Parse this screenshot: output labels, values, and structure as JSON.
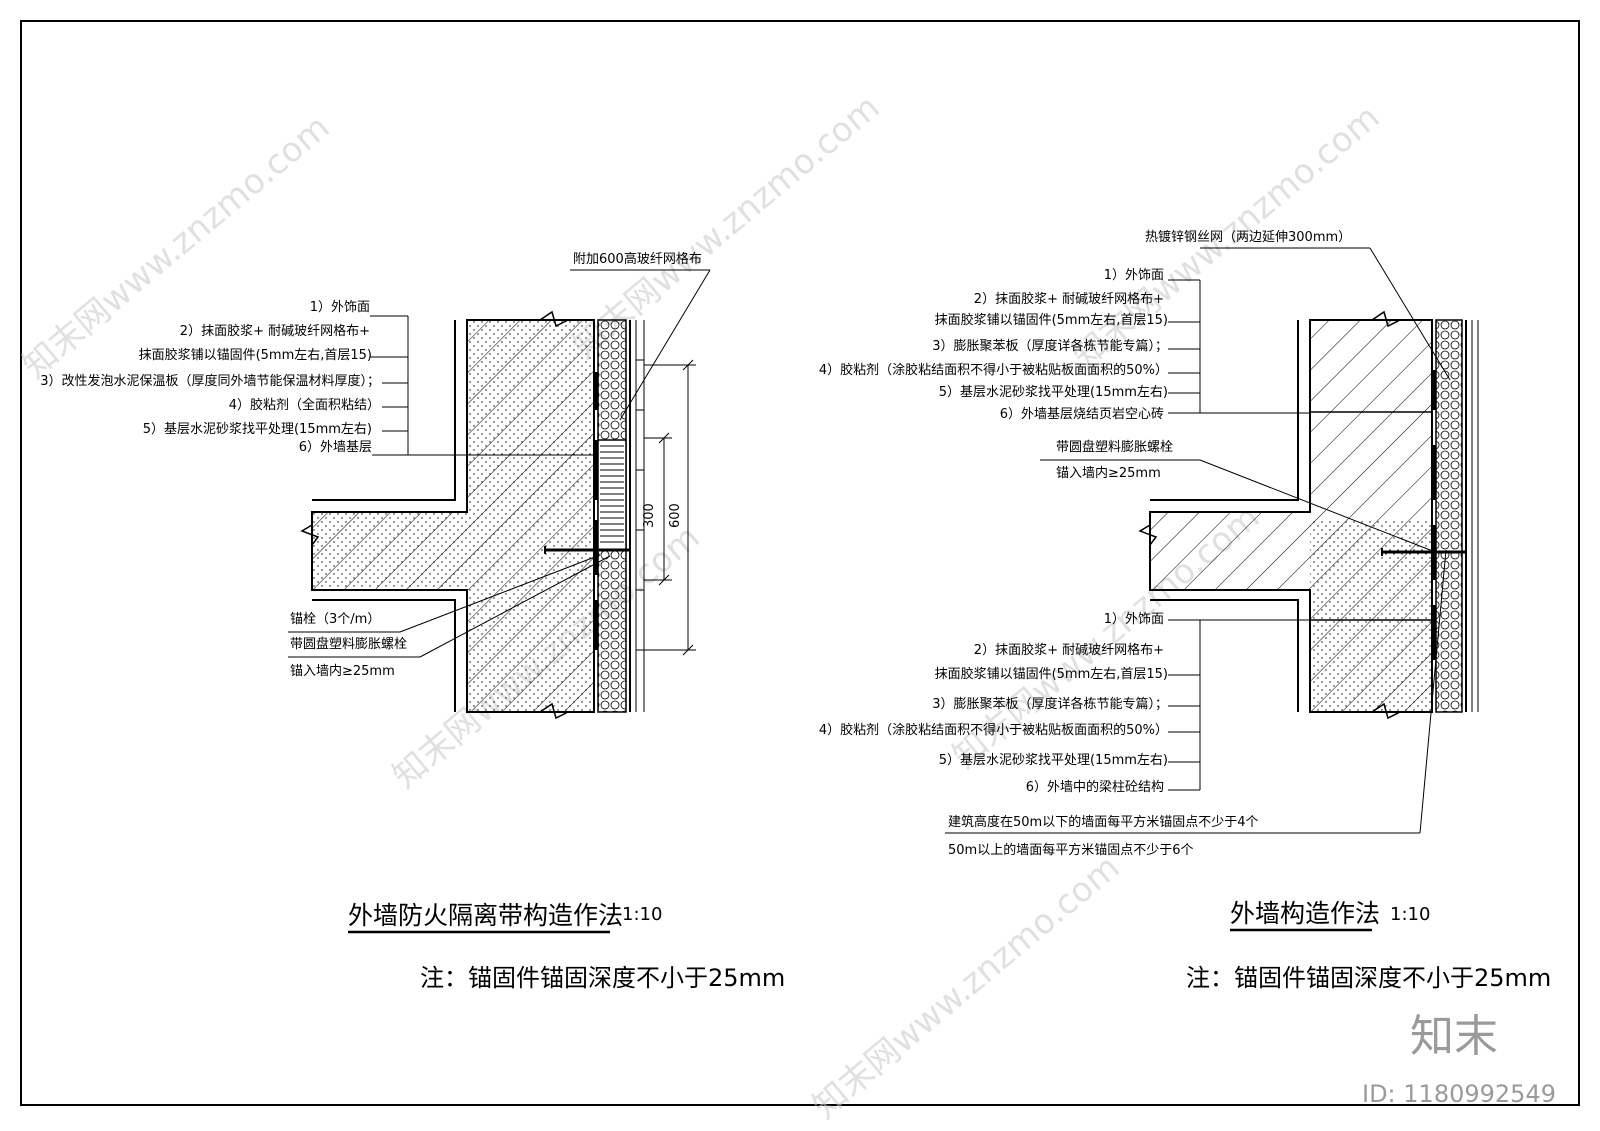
{
  "left": {
    "labels": [
      "1）外饰面",
      "2）抹面胶浆+ 耐碱玻纤网格布+",
      "抹面胶浆铺以锚固件(5mm左右,首层15)",
      "3）改性发泡水泥保温板（厚度同外墙节能保温材料厚度）；",
      "4）胶粘剂（全面积粘结）",
      "5）基层水泥砂浆找平处理(15mm左右)",
      "6）外墙基层"
    ],
    "top_label": "附加600高玻纤网格布",
    "anchor_labels": [
      "锚栓（3个/m）",
      "带圆盘塑料膨胀螺栓",
      "锚入墙内≥25mm"
    ],
    "dim_300": "300",
    "dim_600": "600",
    "title": "外墙防火隔离带构造作法",
    "scale": "1:10",
    "note": "注：锚固件锚固深度不小于25mm"
  },
  "right": {
    "top_label": "热镀锌钢丝网（两边延伸300mm）",
    "upper_labels": [
      "1）外饰面",
      "2）抹面胶浆+ 耐碱玻纤网格布+",
      "抹面胶浆铺以锚固件(5mm左右,首层15)",
      "3）膨胀聚苯板（厚度详各栋节能专篇）；",
      "4）胶粘剂（涂胶粘结面积不得小于被粘贴板面面积的50%）",
      "5）基层水泥砂浆找平处理(15mm左右)",
      "6）外墙基层烧结页岩空心砖"
    ],
    "anchor_labels": [
      "带圆盘塑料膨胀螺栓",
      "锚入墙内≥25mm"
    ],
    "lower_labels": [
      "1）外饰面",
      "2）抹面胶浆+ 耐碱玻纤网格布+",
      "抹面胶浆铺以锚固件(5mm左右,首层15)",
      "3）膨胀聚苯板（厚度详各栋节能专篇）；",
      "4）胶粘剂（涂胶粘结面积不得小于被粘贴板面面积的50%）",
      "5）基层水泥砂浆找平处理(15mm左右)",
      "6）外墙中的梁柱砼结构"
    ],
    "bottom_notes": [
      "建筑高度在50m以下的墙面每平方米锚固点不少于4个",
      "50m以上的墙面每平方米锚固点不少于6个"
    ],
    "title": "外墙构造作法",
    "scale": "1:10",
    "note": "注：锚固件锚固深度不小于25mm"
  },
  "watermark": {
    "text": "知末网www.znzmo.com",
    "brand": "知末",
    "id": "ID: 1180992549"
  }
}
